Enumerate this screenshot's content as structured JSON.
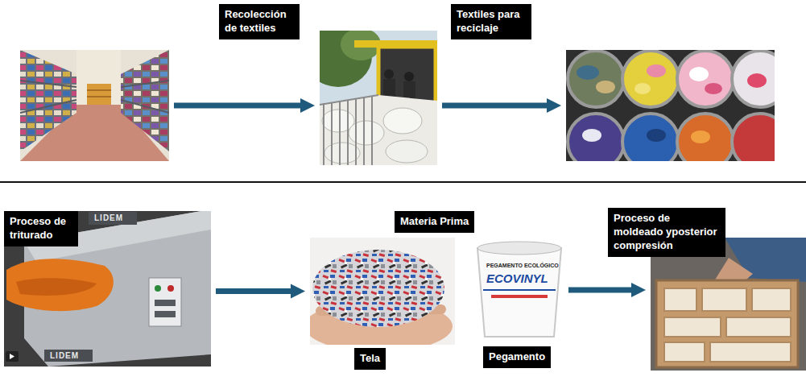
{
  "diagram": {
    "nodes": [
      {
        "text": []
      },
      {
        "text": [
          "Recolección de textiles"
        ]
      },
      {
        "text": [
          "Textiles para reciclaje"
        ]
      },
      {
        "text": [
          "Proceso de triturado"
        ]
      },
      {
        "text": [
          "Tela"
        ]
      },
      {
        "text": [
          "Pegamento"
        ]
      },
      {
        "text": [
          "Proceso de moldeado yposterior compresión"
        ]
      }
    ],
    "edges": [
      {
        "from": 0,
        "to": 1,
        "arrow": "to"
      },
      {
        "from": 1,
        "to": 2,
        "arrow": "to"
      },
      {
        "from": 3,
        "to": 4,
        "arrow": "to"
      },
      {
        "from": 5,
        "to": 6,
        "arrow": "to"
      }
    ],
    "labels": [
      "Materia Prima",
      "LIDEM",
      "LIDEM",
      "ECOVINYL",
      "PEGAMENTO ECOLÓGICO"
    ]
  }
}
